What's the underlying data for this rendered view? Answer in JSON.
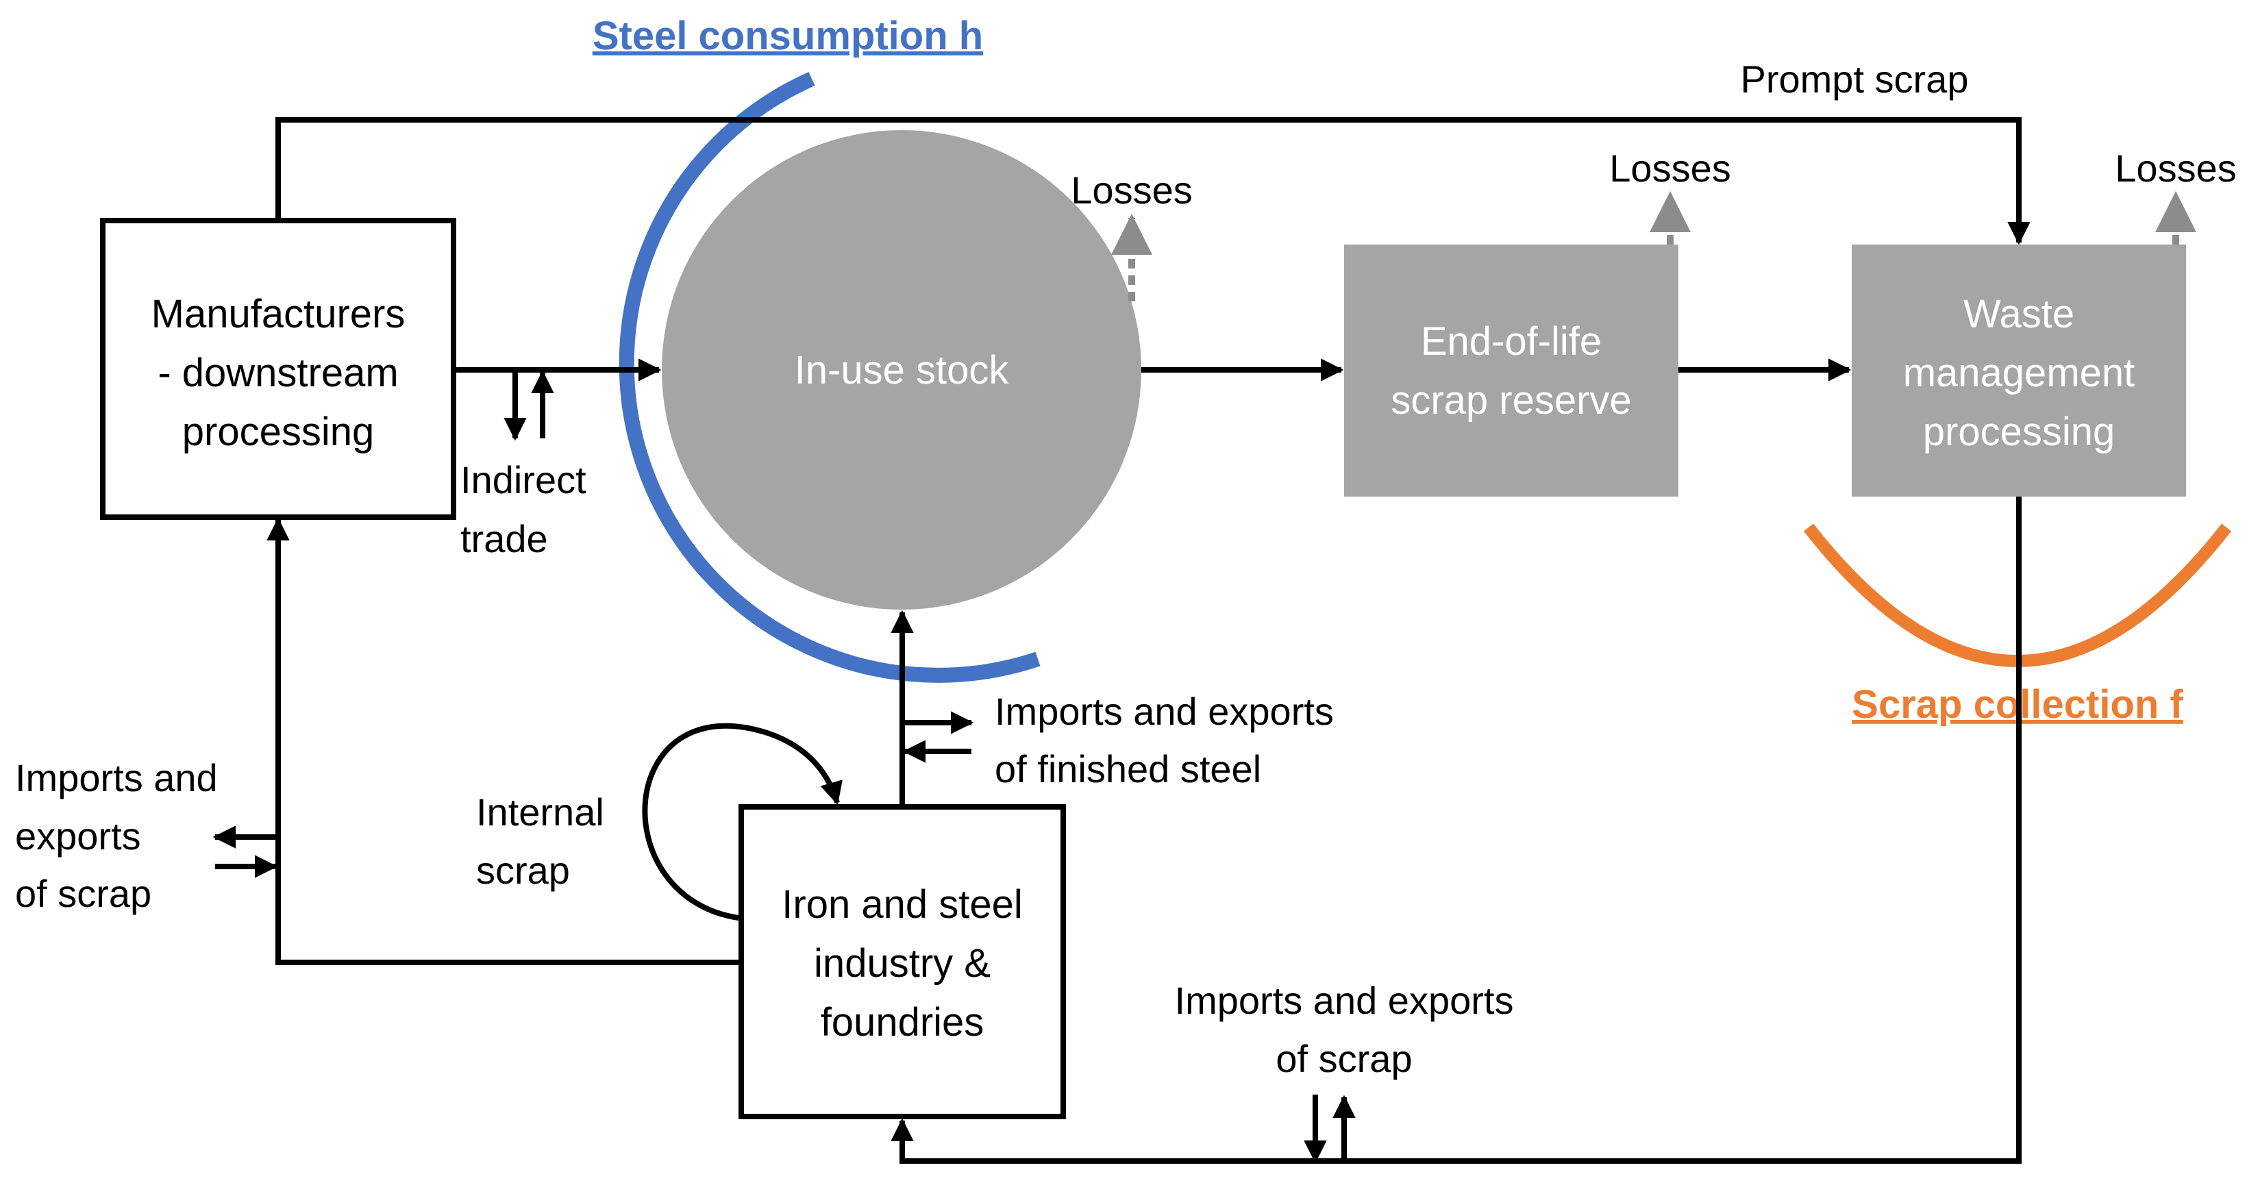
{
  "colors": {
    "consumption_accent": "#4472c4",
    "collection_accent": "#ed7d31",
    "grey_node": "#a5a5a5",
    "loss_arrow": "#8c8c8c"
  },
  "titles": {
    "steel_consumption": "Steel consumption h",
    "scrap_collection": "Scrap collection f"
  },
  "nodes": {
    "manufacturers": [
      "Manufacturers",
      "- downstream",
      "processing"
    ],
    "in_use_stock": "In-use stock",
    "eol_reserve": [
      "End-of-life",
      "scrap reserve"
    ],
    "waste_management": [
      "Waste",
      "management",
      "processing"
    ],
    "iron_steel": [
      "Iron and steel",
      "industry &",
      "foundries"
    ]
  },
  "labels": {
    "prompt_scrap": "Prompt scrap",
    "losses": "Losses",
    "indirect_trade": [
      "Indirect",
      "trade"
    ],
    "finished_steel_trade": [
      "Imports and exports",
      "of finished steel"
    ],
    "scrap_trade_left": [
      "Imports and",
      "exports",
      "of scrap"
    ],
    "internal_scrap": [
      "Internal",
      "scrap"
    ],
    "scrap_trade_bottom": [
      "Imports and exports",
      "of scrap"
    ]
  }
}
